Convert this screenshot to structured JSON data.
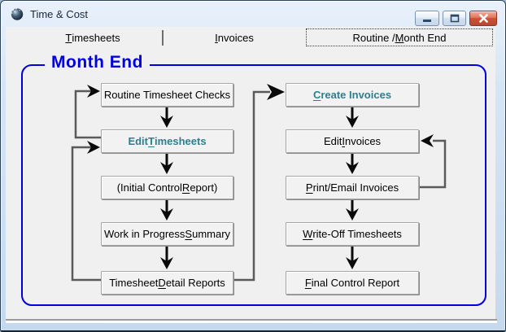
{
  "window": {
    "title": "Time & Cost",
    "controls": {
      "minimize": "Minimize",
      "maximize": "Maximize",
      "close": "Close"
    }
  },
  "tabs": [
    {
      "label": "Timesheets",
      "underline": "T",
      "selected": false
    },
    {
      "label": "Invoices",
      "underline": "I",
      "selected": false
    },
    {
      "label": "Routine / Month End",
      "underline": "M",
      "selected": true
    }
  ],
  "group": {
    "title": "Month End"
  },
  "flow": {
    "left": [
      {
        "label": "Routine Timesheet Checks",
        "underline": "",
        "emphasis": false
      },
      {
        "label": "Edit Timesheets",
        "underline": "T",
        "emphasis": true
      },
      {
        "label": "(Initial Control Report)",
        "underline": "R",
        "emphasis": false
      },
      {
        "label": "Work in Progress Summary",
        "underline": "S",
        "emphasis": false
      },
      {
        "label": "Timesheet Detail Reports",
        "underline": "D",
        "emphasis": false
      }
    ],
    "right": [
      {
        "label": "Create Invoices",
        "underline": "C",
        "emphasis": true
      },
      {
        "label": "Edit Invoices",
        "underline": "I",
        "emphasis": false
      },
      {
        "label": "Print/Email Invoices",
        "underline": "P",
        "emphasis": false
      },
      {
        "label": "Write-Off Timesheets",
        "underline": "W",
        "emphasis": false
      },
      {
        "label": "Final Control Report",
        "underline": "F",
        "emphasis": false
      }
    ]
  },
  "colors": {
    "accent_blue": "#0000dd",
    "teal": "#2e7f8e",
    "connector_grey": "#5a5a5a",
    "close_red": "#cf5234"
  }
}
